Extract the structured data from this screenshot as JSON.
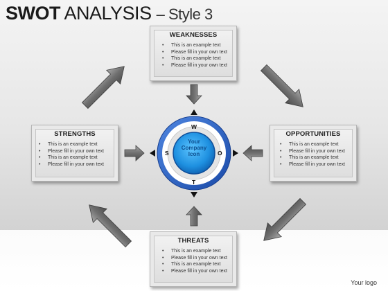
{
  "title": {
    "main": "SWOT",
    "rest": "ANALYSIS",
    "sub": "– Style 3"
  },
  "cards": {
    "weaknesses": {
      "heading": "WEAKNESSES",
      "items": [
        "This is an example text",
        "Please fill in your own text",
        "This is an example text",
        "Please fill in your own text"
      ]
    },
    "strengths": {
      "heading": "STRENGTHS",
      "items": [
        "This is an example text",
        "Please fill in your own text",
        "This is an example text",
        "Please fill in your own text"
      ]
    },
    "opportunities": {
      "heading": "OPPORTUNITIES",
      "items": [
        "This is an example text",
        "Please fill in your own text",
        "This is an example text",
        "Please fill in your own text"
      ]
    },
    "threats": {
      "heading": "THREATS",
      "items": [
        "This is an example text",
        "Please fill in your own text",
        "This is an example text",
        "Please fill in your own text"
      ]
    }
  },
  "center": {
    "line1": "Your",
    "line2": "Company",
    "line3": "Icon"
  },
  "compass": {
    "north": "W",
    "south": "T",
    "west": "S",
    "east": "O"
  },
  "logo": "Your logo",
  "colors": {
    "accent_blue": "#1e90e0",
    "ring_blue": "#2a63c6",
    "arrow_gray": "#6e6e6e"
  }
}
